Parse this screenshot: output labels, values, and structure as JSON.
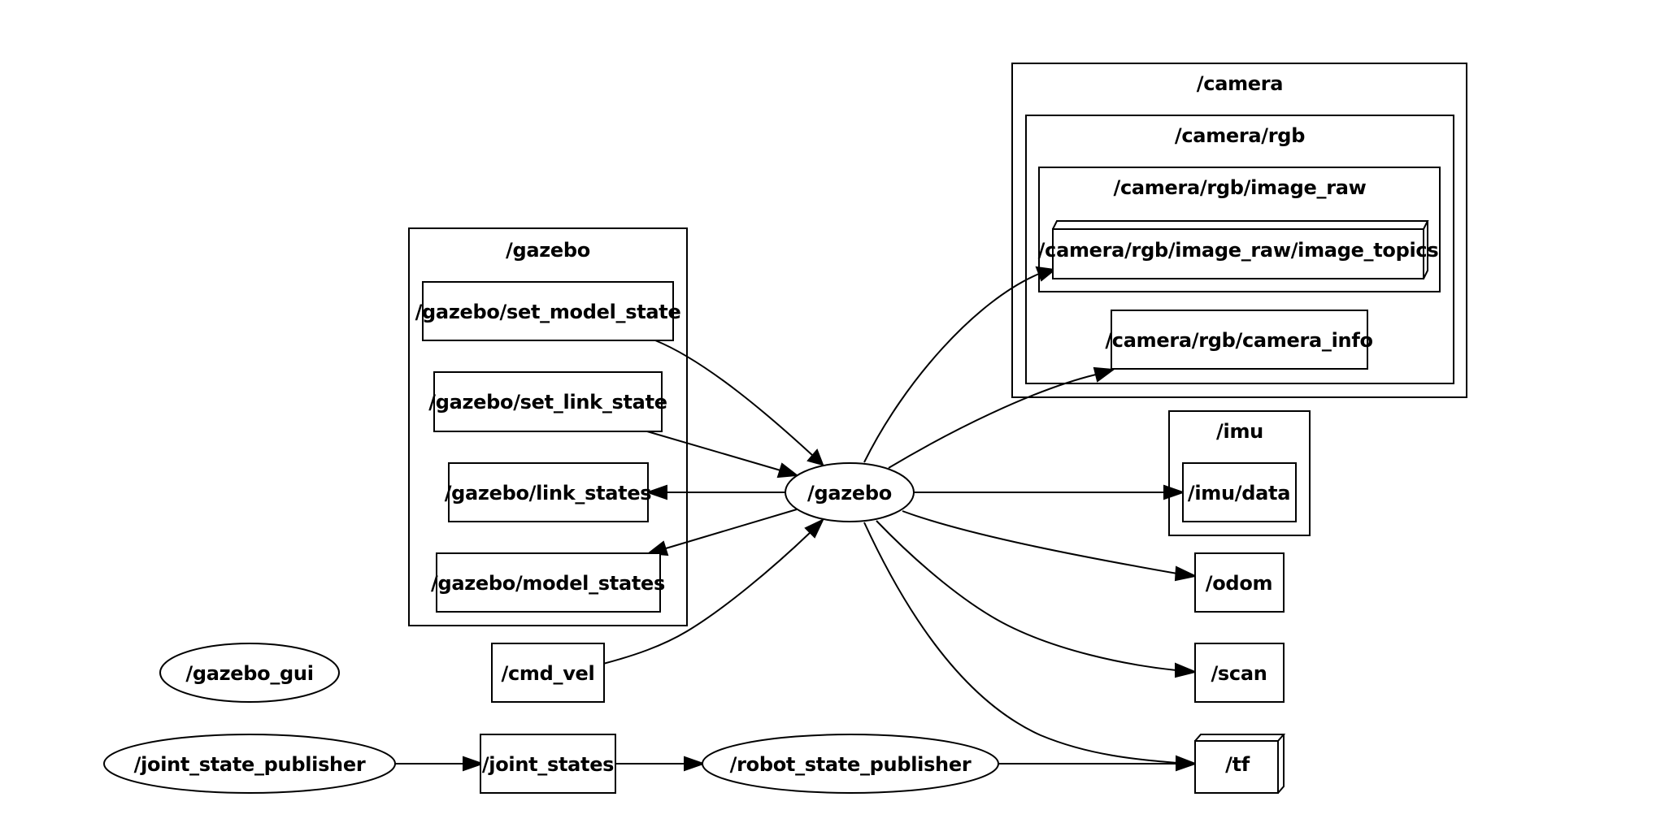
{
  "clusters": {
    "gazebo": "/gazebo",
    "camera": "/camera",
    "camera_rgb": "/camera/rgb",
    "camera_rgb_image_raw": "/camera/rgb/image_raw",
    "imu": "/imu"
  },
  "nodes": {
    "gazebo": "/gazebo",
    "gazebo_gui": "/gazebo_gui",
    "joint_state_publisher": "/joint_state_publisher",
    "robot_state_publisher": "/robot_state_publisher"
  },
  "topics": {
    "set_model_state": "/gazebo/set_model_state",
    "set_link_state": "/gazebo/set_link_state",
    "link_states": "/gazebo/link_states",
    "model_states": "/gazebo/model_states",
    "cmd_vel": "/cmd_vel",
    "joint_states": "/joint_states",
    "image_topics": "/camera/rgb/image_raw/image_topics",
    "camera_info": "/camera/rgb/camera_info",
    "imu_data": "/imu/data",
    "odom": "/odom",
    "scan": "/scan",
    "tf": "/tf"
  },
  "edges": [
    {
      "from": "/gazebo/set_model_state",
      "to": "/gazebo"
    },
    {
      "from": "/gazebo/set_link_state",
      "to": "/gazebo"
    },
    {
      "from": "/gazebo",
      "to": "/gazebo/link_states"
    },
    {
      "from": "/gazebo",
      "to": "/gazebo/model_states"
    },
    {
      "from": "/cmd_vel",
      "to": "/gazebo"
    },
    {
      "from": "/gazebo",
      "to": "/camera/rgb/image_raw/image_topics"
    },
    {
      "from": "/gazebo",
      "to": "/camera/rgb/camera_info"
    },
    {
      "from": "/gazebo",
      "to": "/imu/data"
    },
    {
      "from": "/gazebo",
      "to": "/odom"
    },
    {
      "from": "/gazebo",
      "to": "/scan"
    },
    {
      "from": "/gazebo",
      "to": "/tf"
    },
    {
      "from": "/joint_state_publisher",
      "to": "/joint_states"
    },
    {
      "from": "/joint_states",
      "to": "/robot_state_publisher"
    },
    {
      "from": "/robot_state_publisher",
      "to": "/tf"
    }
  ]
}
